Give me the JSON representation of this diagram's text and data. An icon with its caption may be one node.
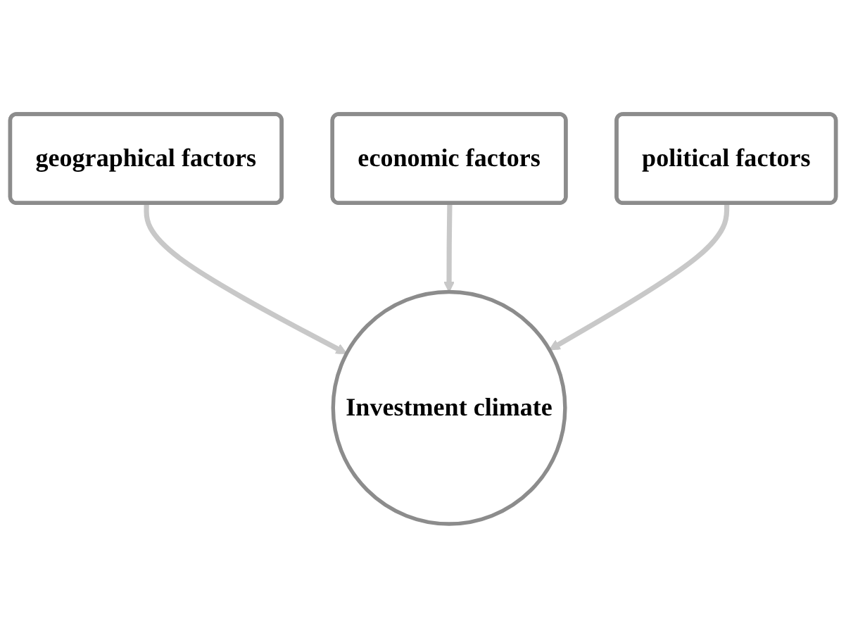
{
  "diagram": {
    "nodes": [
      {
        "text": [
          "geographical factors"
        ]
      },
      {
        "text": [
          "economic factors"
        ]
      },
      {
        "text": [
          "political factors"
        ]
      },
      {
        "text": [
          "Investment climate"
        ]
      }
    ],
    "edges": [
      {
        "from": 0,
        "to": 3,
        "arrow": "to"
      },
      {
        "from": 1,
        "to": 3,
        "arrow": "to"
      },
      {
        "from": 2,
        "to": 3,
        "arrow": "to"
      }
    ]
  }
}
